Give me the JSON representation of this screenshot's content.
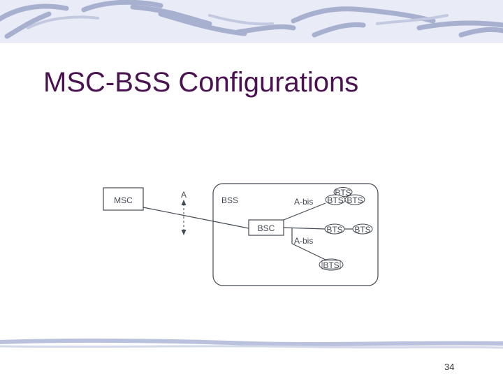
{
  "slide": {
    "title": "MSC-BSS Configurations",
    "page_number": "34"
  },
  "diagram": {
    "msc_label": "MSC",
    "a_interface_label": "A",
    "bss_label": "BSS",
    "bsc_label": "BSC",
    "abis_label_upper": "A-bis",
    "abis_label_lower": "A-bis",
    "bts_label": "BTS"
  },
  "colors": {
    "title": "#4a1250",
    "banner_stroke": "#9fa9c9",
    "diagram_stroke": "#444a52"
  }
}
